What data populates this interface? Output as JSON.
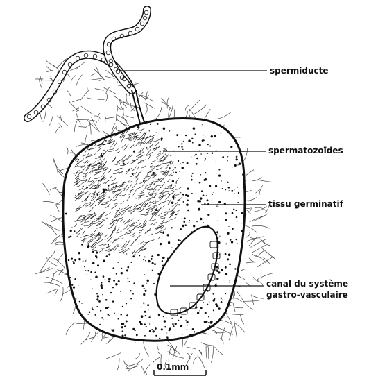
{
  "labels": {
    "spermiducte": "spermiducte",
    "spermatozoides": "spermatozoïdes",
    "tissu_germinatif": "tissu germinatif",
    "canal_line1": "canal du système",
    "canal_line2": "gastro-vasculaire"
  },
  "scale_bar": {
    "label": "0.1mm"
  },
  "colors": {
    "ink": "#111111",
    "background": "#ffffff"
  }
}
